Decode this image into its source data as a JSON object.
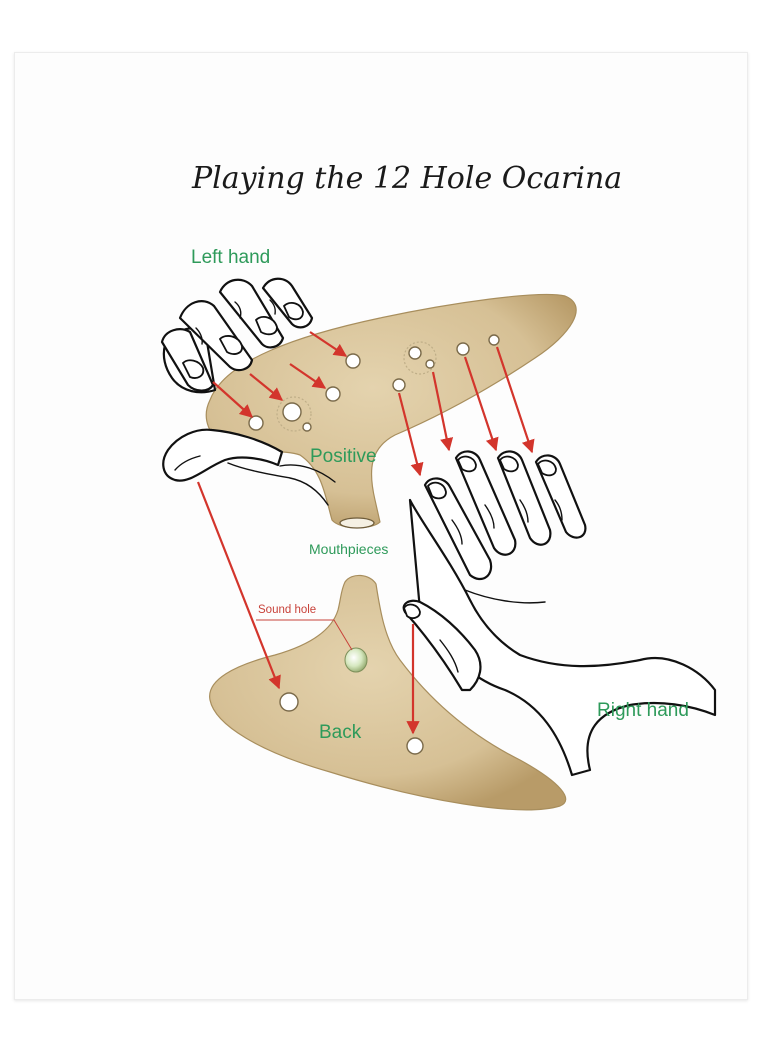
{
  "title": "Playing the 12 Hole Ocarina",
  "labels": {
    "left_hand": "Left hand",
    "positive": "Positive",
    "mouthpieces": "Mouthpieces",
    "sound_hole": "Sound hole",
    "back": "Back",
    "right_hand": "Right hand"
  },
  "colors": {
    "ocarina_body": "#d9c49b",
    "label_green": "#2e9a5a",
    "arrow_red": "#d3352c",
    "sound_hole_label": "#c8423a"
  }
}
